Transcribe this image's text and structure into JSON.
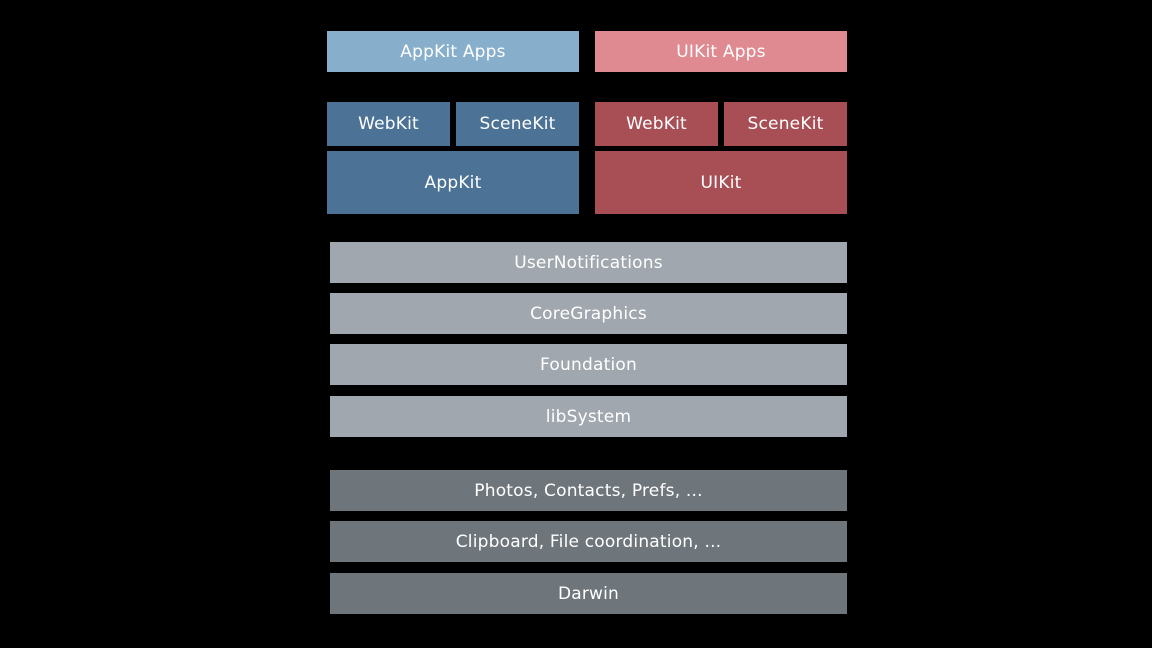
{
  "colors": {
    "background": "#000000",
    "appkit_apps": "#87afcb",
    "uikit_apps": "#df8990",
    "appkit_stack": "#4c7395",
    "uikit_stack": "#a74f55",
    "shared_frameworks": "#a0a7ae",
    "system_layers": "#6e767c"
  },
  "mac_column": {
    "apps": "AppKit Apps",
    "webkit": "WebKit",
    "scenekit": "SceneKit",
    "framework": "AppKit"
  },
  "ios_column": {
    "apps": "UIKit Apps",
    "webkit": "WebKit",
    "scenekit": "SceneKit",
    "framework": "UIKit"
  },
  "shared_layers": [
    "UserNotifications",
    "CoreGraphics",
    "Foundation",
    "libSystem"
  ],
  "system_layers": [
    "Photos, Contacts, Prefs, ...",
    "Clipboard, File coordination, ...",
    "Darwin"
  ]
}
